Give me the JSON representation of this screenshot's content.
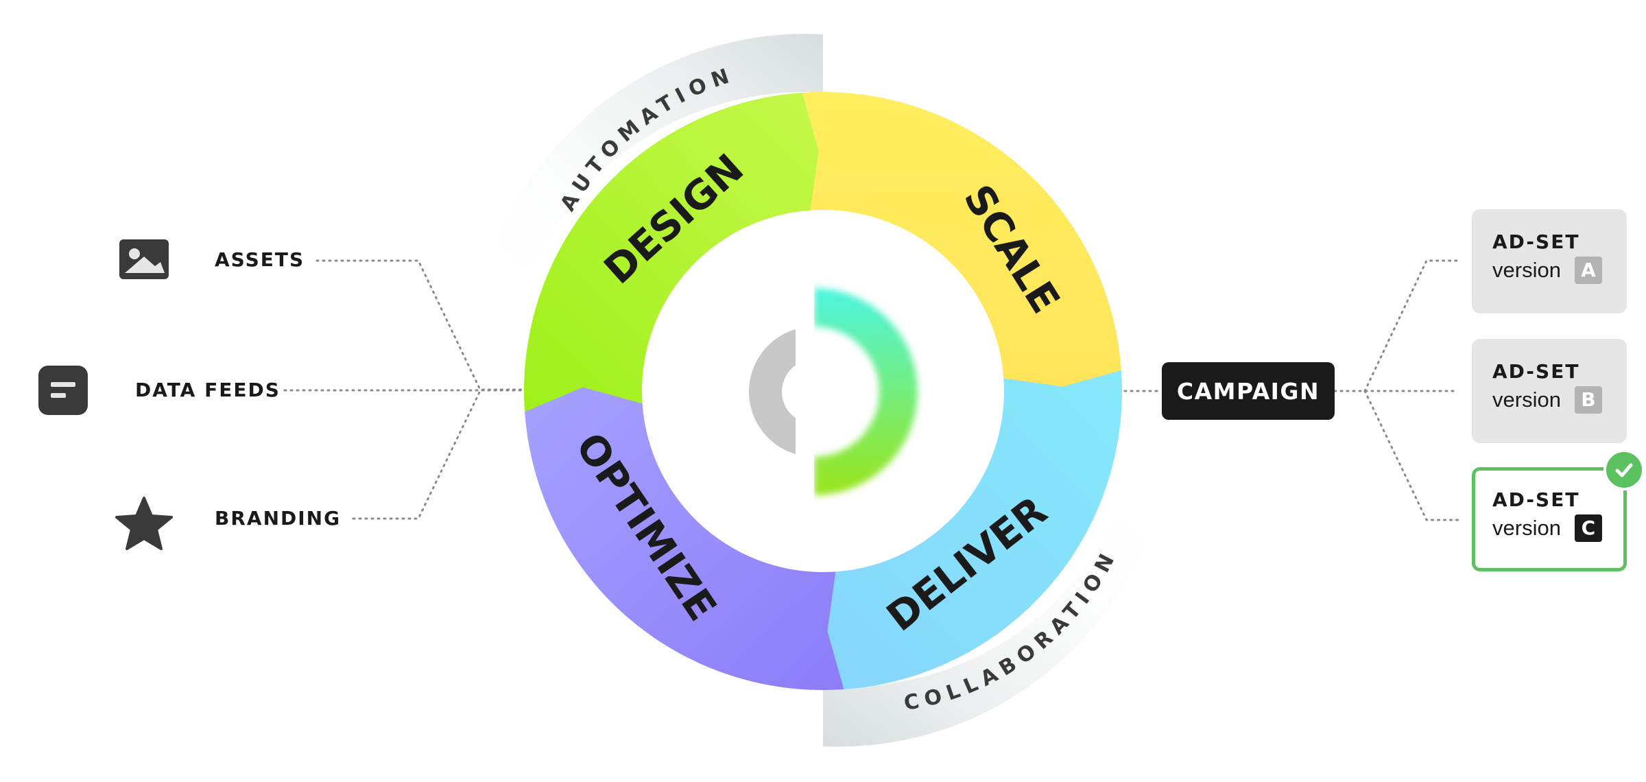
{
  "cycle": {
    "segments": [
      {
        "key": "design",
        "label": "DESIGN",
        "color_start": "#9ef01a",
        "color_end": "#c6f84a"
      },
      {
        "key": "scale",
        "label": "SCALE",
        "color_start": "#ffee5e",
        "color_end": "#ffe45a"
      },
      {
        "key": "deliver",
        "label": "DELIVER",
        "color_start": "#86e8fb",
        "color_end": "#86d6fb"
      },
      {
        "key": "optimize",
        "label": "OPTIMIZE",
        "color_start": "#a5a2ff",
        "color_end": "#8c7cf8"
      }
    ],
    "outer_labels": {
      "top": "AUTOMATION",
      "bottom": "COLLABORATION"
    }
  },
  "inputs": [
    {
      "label": "ASSETS",
      "icon": "image-icon"
    },
    {
      "label": "DATA FEEDS",
      "icon": "feed-icon"
    },
    {
      "label": "BRANDING",
      "icon": "star-icon"
    }
  ],
  "campaign": {
    "label": "CAMPAIGN"
  },
  "adsets": [
    {
      "title": "AD-SET",
      "version_label": "version",
      "letter": "A",
      "selected": false
    },
    {
      "title": "AD-SET",
      "version_label": "version",
      "letter": "B",
      "selected": false
    },
    {
      "title": "AD-SET",
      "version_label": "version",
      "letter": "C",
      "selected": true
    }
  ],
  "colors": {
    "selected_border": "#5cc25f",
    "dark": "#1a1a1a",
    "chip_gray": "#e6e6e6"
  }
}
